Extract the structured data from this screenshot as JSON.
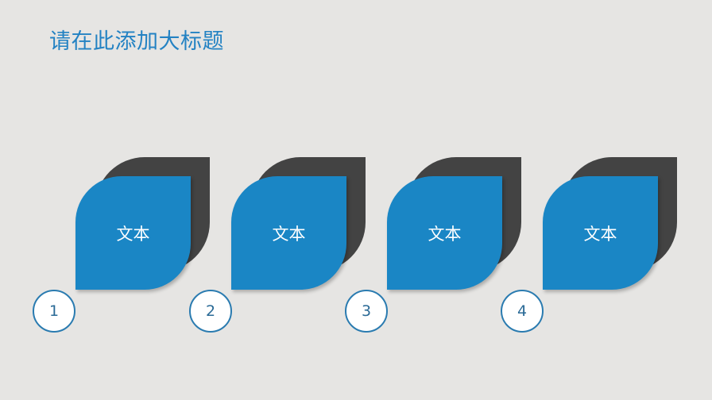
{
  "slide": {
    "title": "请在此添加大标题",
    "background_color": "#e6e5e3",
    "accent_color": "#1a86c5",
    "shadow_shape_color": "#434343"
  },
  "steps": [
    {
      "number": "1",
      "label": "文本"
    },
    {
      "number": "2",
      "label": "文本"
    },
    {
      "number": "3",
      "label": "文本"
    },
    {
      "number": "4",
      "label": "文本"
    }
  ]
}
